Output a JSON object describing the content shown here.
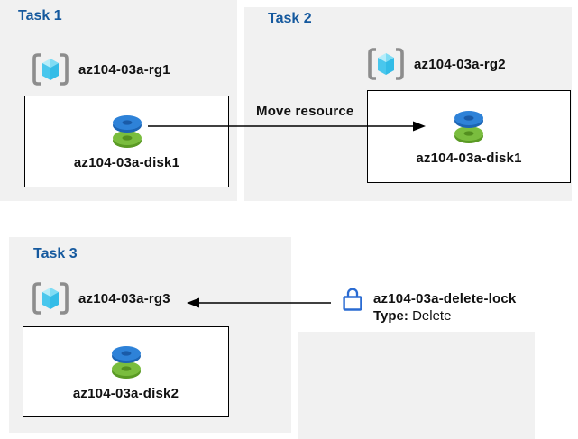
{
  "colors": {
    "panel_background": "#f1f1f1",
    "task_title_blue": "#15599e",
    "box_border": "#000000",
    "arrow": "#000000",
    "lock_blue": "#2a6bd2",
    "disk_blue": "#2e82d8",
    "disk_green": "#7abd3e",
    "cube_cyan": "#49c7ed",
    "bracket_gray": "#8d8d8d"
  },
  "tasks": [
    {
      "label": "Task 1",
      "resource_group": "az104-03a-rg1",
      "disk": "az104-03a-disk1"
    },
    {
      "label": "Task 2",
      "resource_group": "az104-03a-rg2",
      "disk": "az104-03a-disk1"
    },
    {
      "label": "Task 3",
      "resource_group": "az104-03a-rg3",
      "disk": "az104-03a-disk2"
    }
  ],
  "move_arrow": {
    "label": "Move resource"
  },
  "lock": {
    "name": "az104-03a-delete-lock",
    "type_label": "Type:",
    "type_value": "Delete"
  },
  "icons": {
    "resource_group": "resource-group-icon",
    "disk": "disk-icon",
    "lock": "lock-icon"
  }
}
